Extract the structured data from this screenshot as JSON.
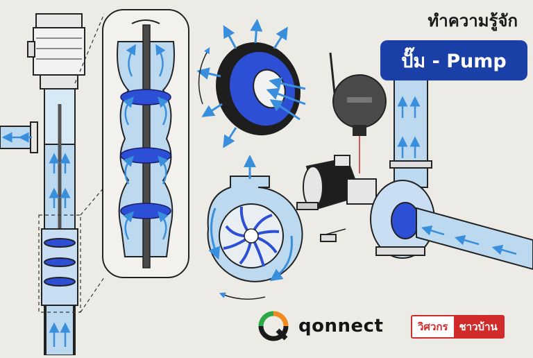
{
  "header": {
    "title": "ทำความรู้จัก",
    "badge": "ปั๊ม - Pump"
  },
  "brand": {
    "name": "qonnect"
  },
  "tag": {
    "left": "วิศวกร",
    "right": "ชาวบ้าน"
  },
  "colors": {
    "accent_blue": "#1a3fa6",
    "impeller_blue": "#2d4fd6",
    "water": "#bcd9ef",
    "arrow_blue": "#3a8fdc",
    "tag_red": "#d02a2a",
    "logo_green": "#2aa84a",
    "logo_orange": "#f08a1e"
  },
  "icons": [
    "vertical-turbine-pump-illustration",
    "multistage-impeller-cutaway",
    "impeller-flow-closeup",
    "volute-casing-cutaway",
    "iot-sensor-gateway",
    "centrifugal-pump-with-motor",
    "qonnect-logo"
  ]
}
